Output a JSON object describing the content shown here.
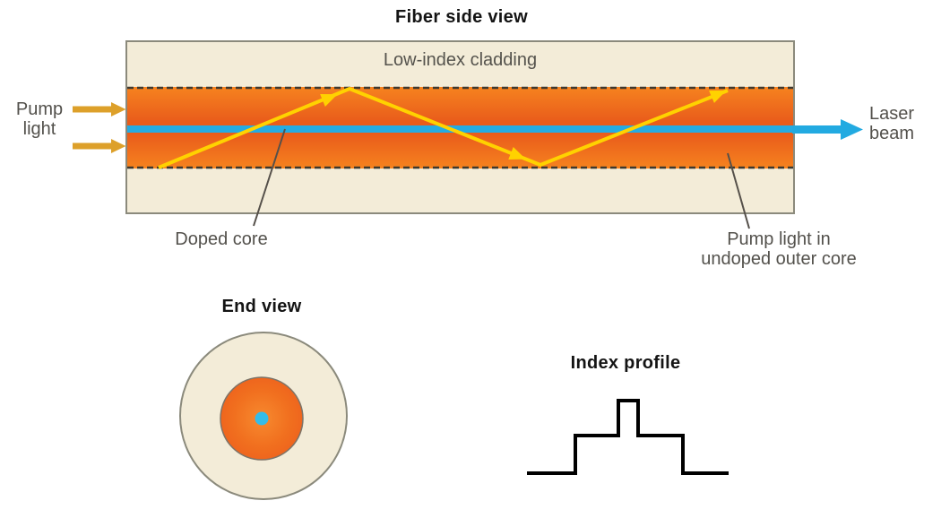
{
  "side_view": {
    "title": "Fiber side view",
    "cladding_label": "Low-index cladding",
    "pump_light_label": [
      "Pump",
      "light"
    ],
    "laser_beam_label": [
      "Laser",
      "beam"
    ],
    "doped_core_label": "Doped core",
    "outer_core_label": [
      "Pump light in",
      "undoped outer core"
    ]
  },
  "end_view": {
    "title": "End view"
  },
  "index_profile": {
    "title": "Index profile",
    "shape": "double-step: low outer cladding, raised undoped outer core, narrow tall peak at doped core"
  },
  "colors": {
    "cladding_cream": "#f3ecd8",
    "outer_core_orange": "#ee611c",
    "outer_core_orange_light": "#f6831f",
    "core_blue": "#25abe2",
    "pump_arrow_gold": "#dda02a",
    "pump_ray_yellow": "#ffd200",
    "outline_gray": "#8b8a7c",
    "dashed_line": "#3e382e",
    "label_gray": "#53514c",
    "title_black": "#141414",
    "profile_line": "#000000"
  }
}
